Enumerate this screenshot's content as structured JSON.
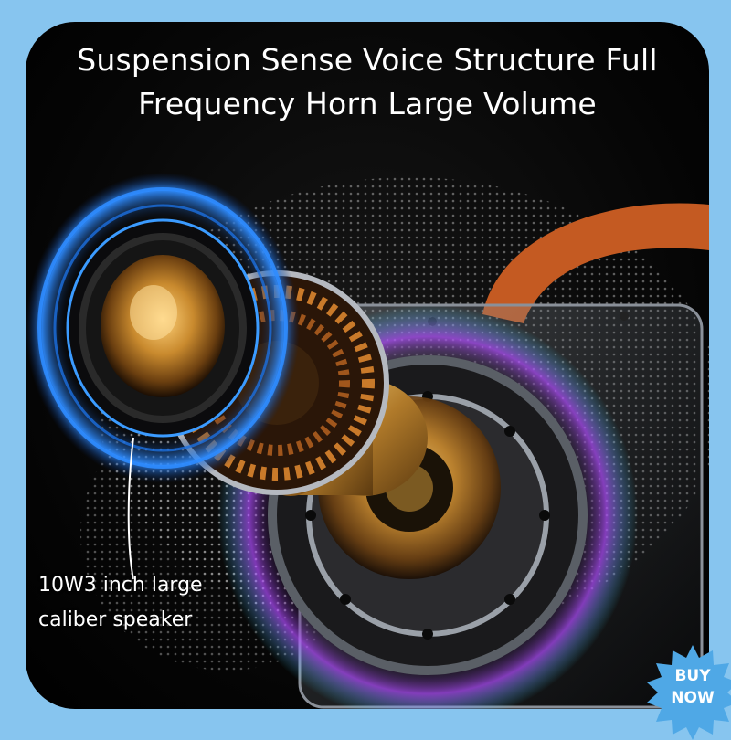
{
  "headline": {
    "line1": "Suspension Sense Voice Structure Full",
    "line2": "Frequency Horn Large Volume"
  },
  "caption": {
    "line1": "10W3 inch large",
    "line2": "caliber speaker"
  },
  "badge": {
    "line1": "BUY",
    "line2": "NOW"
  },
  "colors": {
    "background": "#87c5ef",
    "badge": "#4fa8e6",
    "ring_glow": "#2f8cff",
    "strap": "#c45a22",
    "gold": "#c98a2e"
  }
}
